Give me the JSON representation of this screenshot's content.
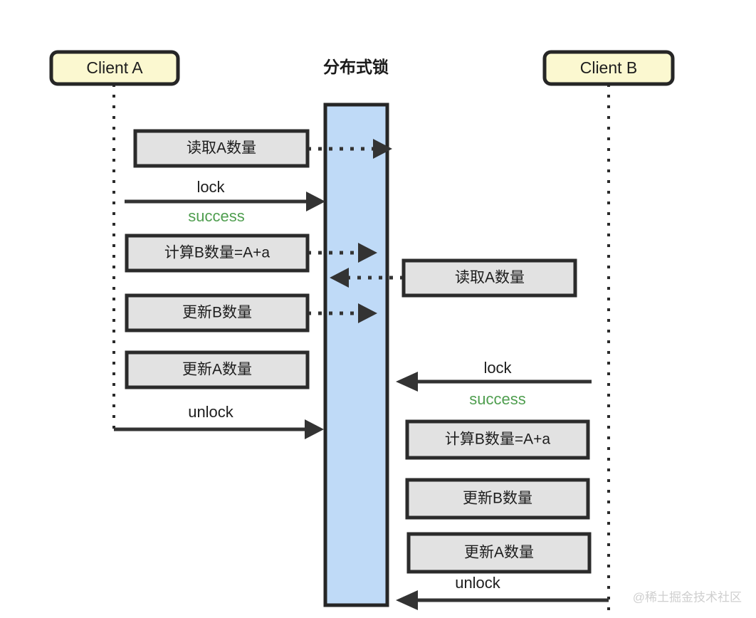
{
  "diagram": {
    "title_center": "分布式锁",
    "watermark": "@稀土掘金技术社区",
    "colors": {
      "actor_fill": "#fbf8d0",
      "lock_fill": "#bfdaf7",
      "message_fill": "#e2e2e2",
      "stroke": "#2b2b2b",
      "success_text": "#4f9e4f",
      "watermark_text": "#cfcfcf"
    }
  },
  "actors": {
    "left": {
      "label": "Client A"
    },
    "right": {
      "label": "Client B"
    }
  },
  "left_messages": [
    {
      "id": "a-read-a",
      "label": "读取A数量"
    },
    {
      "id": "a-calc-b",
      "label": "计算B数量=A+a"
    },
    {
      "id": "a-update-b",
      "label": "更新B数量"
    },
    {
      "id": "a-update-a",
      "label": "更新A数量"
    }
  ],
  "right_messages": [
    {
      "id": "b-read-a",
      "label": "读取A数量"
    },
    {
      "id": "b-calc-b",
      "label": "计算B数量=A+a"
    },
    {
      "id": "b-update-b",
      "label": "更新B数量"
    },
    {
      "id": "b-update-a",
      "label": "更新A数量"
    }
  ],
  "left_arrows": [
    {
      "id": "a-lock",
      "label": "lock",
      "reply": "success",
      "direction": "right"
    },
    {
      "id": "a-unlock",
      "label": "unlock",
      "reply": "",
      "direction": "right"
    }
  ],
  "right_arrows": [
    {
      "id": "b-lock",
      "label": "lock",
      "reply": "success",
      "direction": "left"
    },
    {
      "id": "b-unlock",
      "label": "unlock",
      "reply": "",
      "direction": "left"
    }
  ]
}
